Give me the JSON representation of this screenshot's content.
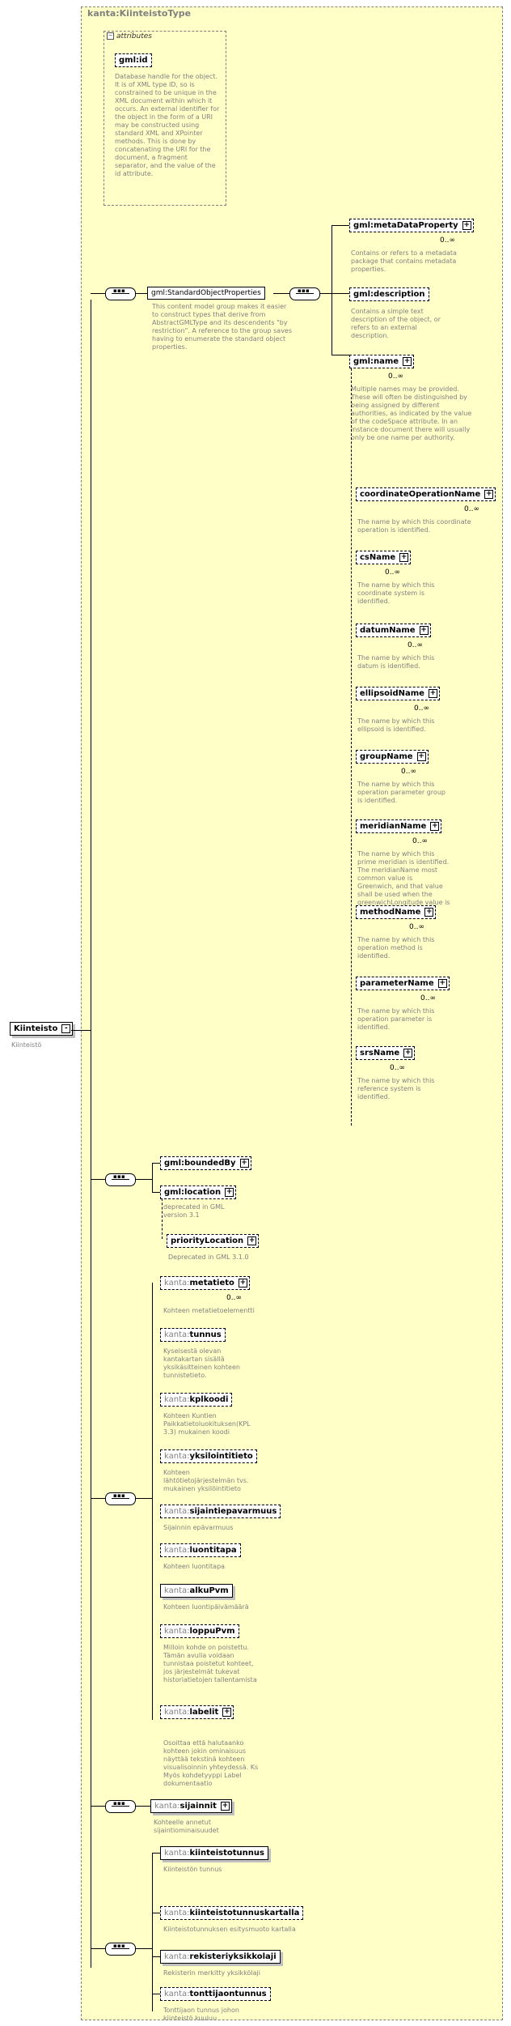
{
  "type_name": "kanta:KiinteistoType",
  "attributes_label": "attributes",
  "root": {
    "name": "Kiinteisto",
    "desc": "Kiinteistö"
  },
  "gml_id": {
    "name": "gml:id",
    "desc": "Database handle for the object.  It is of XML type ID, so is constrained to be unique in the XML document within which it occurs.  An external identifier for the object in the form of a URI may be constructed using standard XML and XPointer methods.  This is done by concatenating the URI for the document, a fragment separator, and the value of the id attribute."
  },
  "std_group": {
    "name": "gml:StandardObjectProperties",
    "desc": "This content model group makes it easier to construct types that derive from AbstractGMLType and its descendents \"by restriction\".  A reference to the group saves having to enumerate the standard object properties."
  },
  "std_items": [
    {
      "name": "gml:metaDataProperty",
      "occ": "0..∞",
      "desc": "Contains or refers to a metadata package that contains metadata properties."
    },
    {
      "name": "gml:description",
      "occ": "",
      "desc": "Contains a simple text description of the object, or refers to an external description."
    },
    {
      "name": "gml:name",
      "occ": "0..∞",
      "desc": "Multiple names may be provided.  These will often be distinguished by being assigned by different authorities, as indicated by the value of the codeSpace attribute.  In an instance document there will usually only be one name per authority."
    }
  ],
  "name_subs": [
    {
      "name": "coordinateOperationName",
      "occ": "0..∞",
      "desc": "The name by which this coordinate operation is identified."
    },
    {
      "name": "csName",
      "occ": "0..∞",
      "desc": "The name by which this coordinate system is identified."
    },
    {
      "name": "datumName",
      "occ": "0..∞",
      "desc": "The name by which this datum is identified."
    },
    {
      "name": "ellipsoidName",
      "occ": "0..∞",
      "desc": "The name by which this ellipsoid is identified."
    },
    {
      "name": "groupName",
      "occ": "0..∞",
      "desc": "The name by which this operation parameter group is identified."
    },
    {
      "name": "meridianName",
      "occ": "0..∞",
      "desc": "The name by which this prime meridian is identified. The meridianName most common value is Greenwich, and that value shall be used when the greenwichLongitude value is zero."
    },
    {
      "name": "methodName",
      "occ": "0..∞",
      "desc": "The name by which this operation method is identified."
    },
    {
      "name": "parameterName",
      "occ": "0..∞",
      "desc": "The name by which this operation parameter is identified."
    },
    {
      "name": "srsName",
      "occ": "0..∞",
      "desc": "The name by which this reference system is identified."
    }
  ],
  "bounded": {
    "name": "gml:boundedBy"
  },
  "location": {
    "name": "gml:location",
    "desc": "deprecated in GML version 3.1"
  },
  "priority": {
    "name": "priorityLocation",
    "desc": "Deprecated in GML 3.1.0"
  },
  "kanta_items": [
    {
      "ns": "kanta:",
      "name": "metatieto",
      "occ": "0..∞",
      "desc": "Kohteen metatietoelementti"
    },
    {
      "ns": "kanta:",
      "name": "tunnus",
      "occ": "",
      "desc": "Kyseisestä olevan kantakartan sisällä yksikäsitteinen kohteen tunnistetieto."
    },
    {
      "ns": "kanta:",
      "name": "kplkoodi",
      "occ": "",
      "desc": "Kohteen Kuntien Paikkatietoluokituksen(KPL 3.3) mukainen koodi"
    },
    {
      "ns": "kanta:",
      "name": "yksilointitieto",
      "occ": "",
      "desc": "Kohteen lähtötietojärjestelmän  tvs. mukainen yksilöintitieto"
    },
    {
      "ns": "kanta:",
      "name": "sijaintiepavarmuus",
      "occ": "",
      "desc": "Sijainnin epävarmuus"
    },
    {
      "ns": "kanta:",
      "name": "luontitapa",
      "occ": "",
      "desc": "Kohteen luontitapa"
    },
    {
      "ns": "kanta:",
      "name": "alkuPvm",
      "occ": "",
      "desc": "Kohteen luontipäivämäärä"
    },
    {
      "ns": "kanta:",
      "name": "loppuPvm",
      "occ": "",
      "desc": "Milloin kohde on poistettu. Tämän avulla voidaan tunnistaa poistetut kohteet, jos järjestelmät tukevat historiatietojen tallentamista"
    },
    {
      "ns": "kanta:",
      "name": "labelit",
      "occ": "",
      "desc": "Osoittaa että halutaanko kohteen jokin ominaisuus näyttää tekstinä kohteen visualisoinnin yhteydessä.  Ks Myös kohdetyyppi Label dokumentaatio"
    }
  ],
  "sijainnit": {
    "ns": "kanta:",
    "name": "sijainnit",
    "desc": "Kohteelle annetut sijaintiominaisuudet"
  },
  "final_items": [
    {
      "ns": "kanta:",
      "name": "kiinteistotunnus",
      "desc": "Kiinteistön tunnus"
    },
    {
      "ns": "kanta:",
      "name": "kiinteistotunnuskartalla",
      "desc": "Kiinteistotunnuksen esitysmuoto kartalla"
    },
    {
      "ns": "kanta:",
      "name": "rekisteriyksikkolaji",
      "desc": "Rekisterin merkitty yksikkölaji"
    },
    {
      "ns": "kanta:",
      "name": "tonttijaontunnus",
      "desc": "Tonttijaon tunnus johon kiinteistö kuuluu"
    }
  ]
}
